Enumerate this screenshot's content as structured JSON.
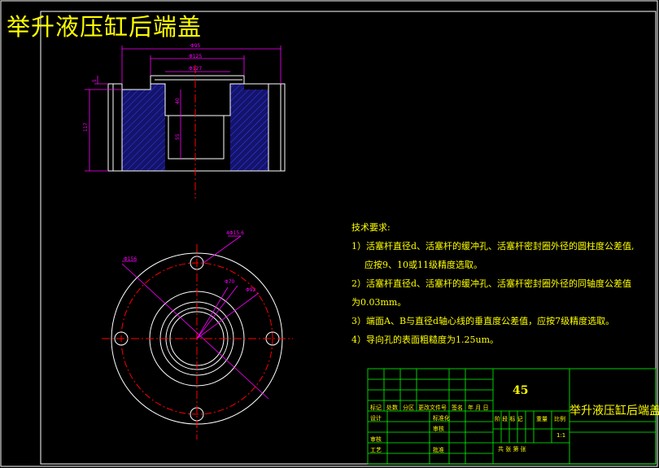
{
  "drawing": {
    "title": "举升液压缸后端盖",
    "dims": {
      "overall_dia": "Φ95",
      "flange_dia": "Φ125",
      "bore_dia": "Φ127",
      "height": "117",
      "step": "5",
      "bore_depth1": "40",
      "bore_depth2": "55",
      "hole_pcd": "Φ156",
      "hole_dia": "4Φ15.6",
      "inner_dia1": "Φ70",
      "inner_dia2": "Φ92"
    },
    "tech_requirements": {
      "heading": "技术要求:",
      "items": [
        "1）活塞杆直径d、活塞杆的缓冲孔、活塞杆密封圈外径的圆柱度公差值,",
        "应按9、10或11级精度选取。",
        "2）活塞杆直径d、活塞杆的缓冲孔、活塞杆密封圈外径的同轴度公差值",
        "为0.03mm。",
        "3）端面A、B与直径d轴心线的垂直度公差值，应按7级精度选取。",
        "4）导向孔的表面粗糙度为1.25um。"
      ]
    },
    "title_block": {
      "material": "45",
      "part_name": "举升液压缸后端盖",
      "labels": {
        "mark": "标记",
        "count": "处数",
        "zone": "分区",
        "doc_no": "更改文件号",
        "sign": "签名",
        "date": "年 月 日",
        "design": "设计",
        "standardize": "标准化",
        "review": "审核",
        "process": "工艺",
        "check": "审核",
        "approve": "批准",
        "stage": "阶 段 标 记",
        "weight": "重量",
        "scale": "比例",
        "scale_value": "1:1",
        "sheets": "共    张  第    张"
      }
    },
    "colors": {
      "border": "#ffffff",
      "outline": "#ffffff",
      "dimension": "#ff00ff",
      "centerline": "#ff0000",
      "hatch": "#3a3aff",
      "text": "#ffff00",
      "titleblock": "#00ff00"
    }
  }
}
